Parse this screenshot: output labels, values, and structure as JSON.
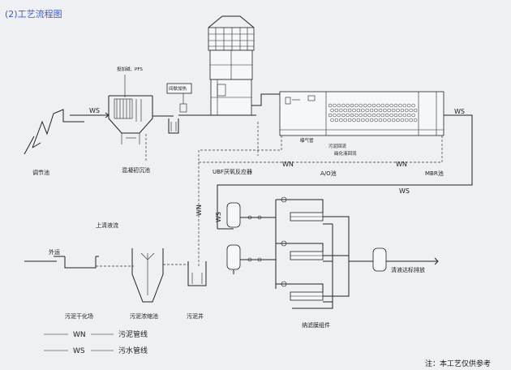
{
  "title": "(2)工艺流程图",
  "codes": {
    "ws": "WS",
    "wn": "WN"
  },
  "labels": {
    "dosing": "投加碱、PFS",
    "heating": "间歇加热",
    "regulating_pool": "调节池",
    "coag_sediment": "混凝初沉池",
    "ubf_reactor": "UBF厌氧反应器",
    "ao_pool": "A/O池",
    "mbr_pool": "MBR池",
    "supernatant": "上清液流",
    "outward": "外运",
    "sludge_dry_field": "污泥干化场",
    "sludge_thickener": "污泥浓缩池",
    "sludge_well": "污泥井",
    "nf_assembly": "纳滤膜组件",
    "clear_discharge": "清液达标排放",
    "tiny_aeration": "曝气管",
    "tiny_reflux": "污泥回流",
    "tiny_backflow": "硝化液回流"
  },
  "legend": [
    {
      "code": "WN",
      "label": "污泥管线"
    },
    {
      "code": "WS",
      "label": "污水管线"
    }
  ],
  "note": "注：本工艺仅供参考",
  "colors": {
    "title": "#3a5bd0",
    "line": "#222222",
    "paper": "#eef0f4"
  }
}
